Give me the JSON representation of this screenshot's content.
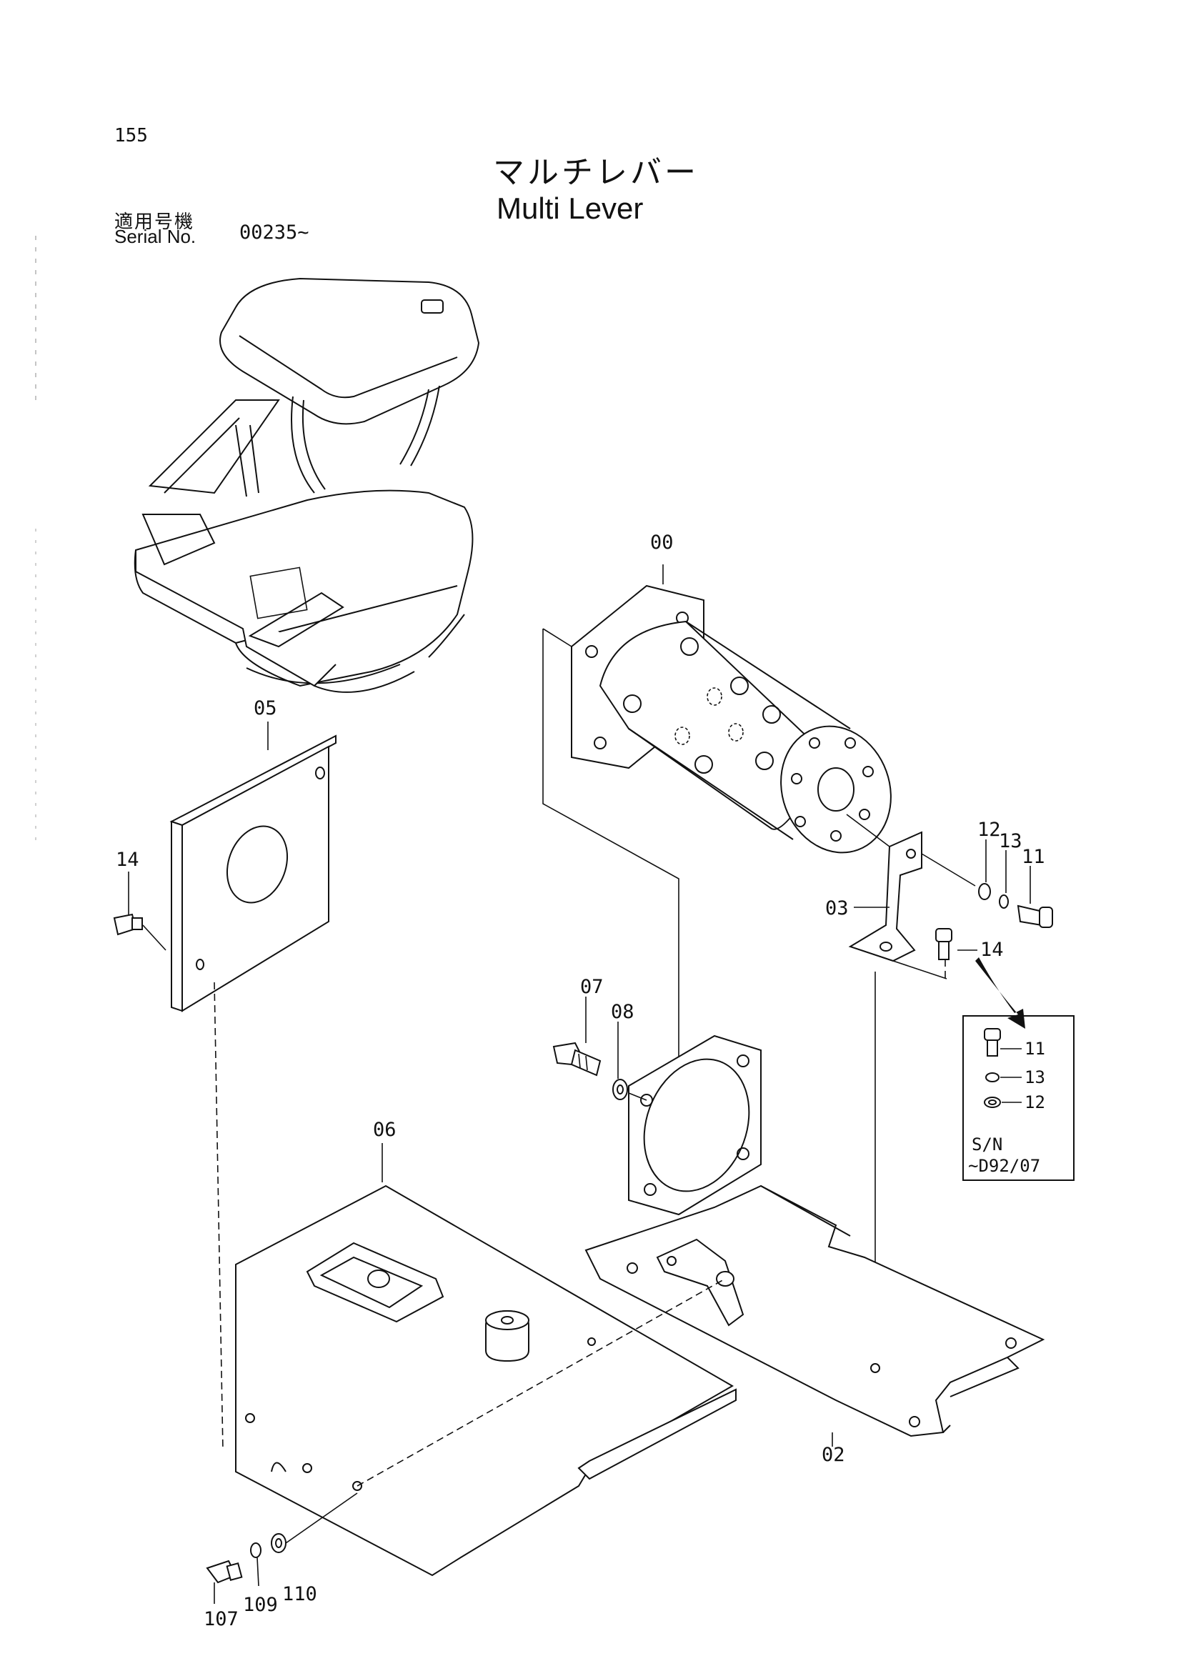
{
  "page": {
    "number": "155"
  },
  "title": {
    "japanese": "マルチレバー",
    "english": "Multi Lever"
  },
  "serial": {
    "label_jp": "適用号機",
    "label_en": "Serial No.",
    "value": "00235~"
  },
  "callouts": {
    "p00": "00",
    "p02": "02",
    "p03": "03",
    "p05": "05",
    "p06": "06",
    "p07": "07",
    "p08": "08",
    "p11": "11",
    "p12": "12",
    "p13": "13",
    "p14a": "14",
    "p14b": "14",
    "p107": "107",
    "p109": "109",
    "p110": "110"
  },
  "inset": {
    "p11": "11",
    "p13": "13",
    "p12": "12",
    "sn_label": "S/N",
    "sn_value": "~D92/07"
  }
}
